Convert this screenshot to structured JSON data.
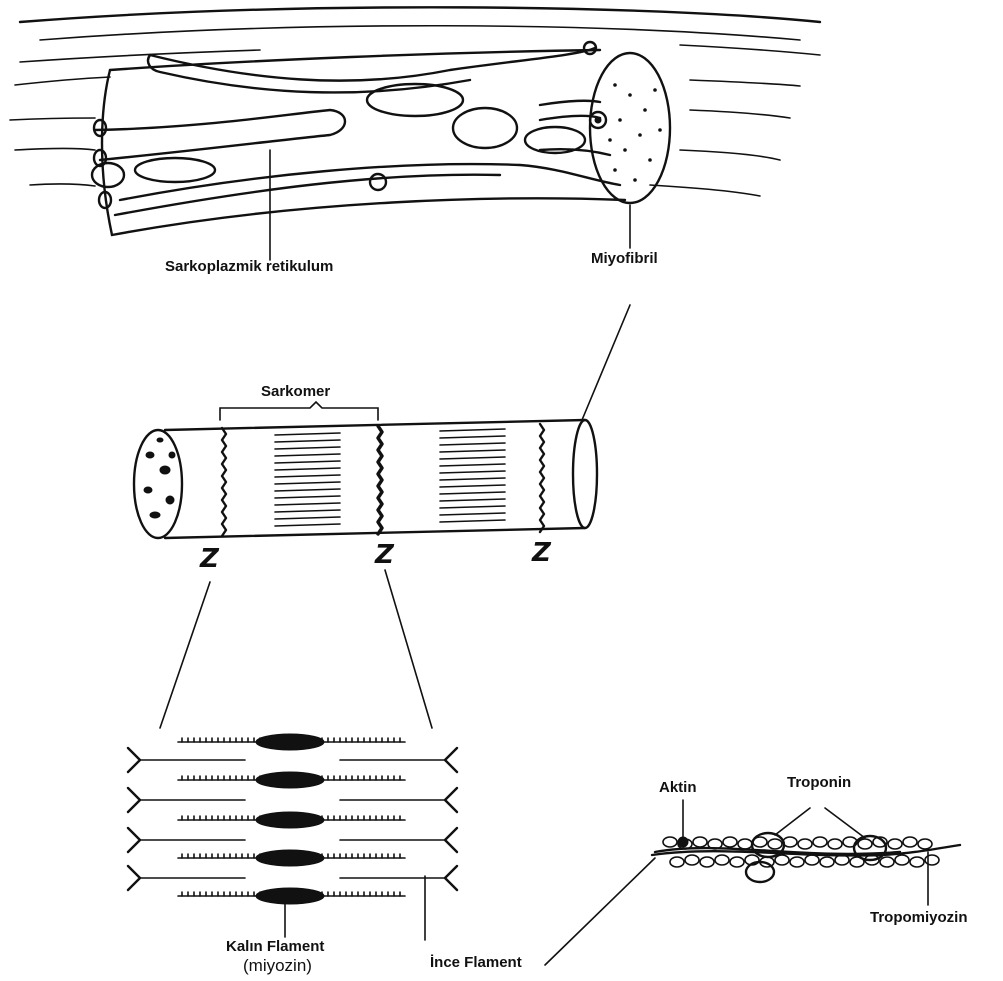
{
  "labels": {
    "sarkoplazmik_retikulum": "Sarkoplazmik retikulum",
    "miyofibril": "Miyofibril",
    "sarkomer": "Sarkomer",
    "z": "Z",
    "aktin": "Aktin",
    "troponin": "Troponin",
    "tropomiyozin": "Tropomiyozin",
    "kalin_filament": "Kalın Flament",
    "miyozin": "(miyozin)",
    "ince_filament": "İnce Flament"
  }
}
